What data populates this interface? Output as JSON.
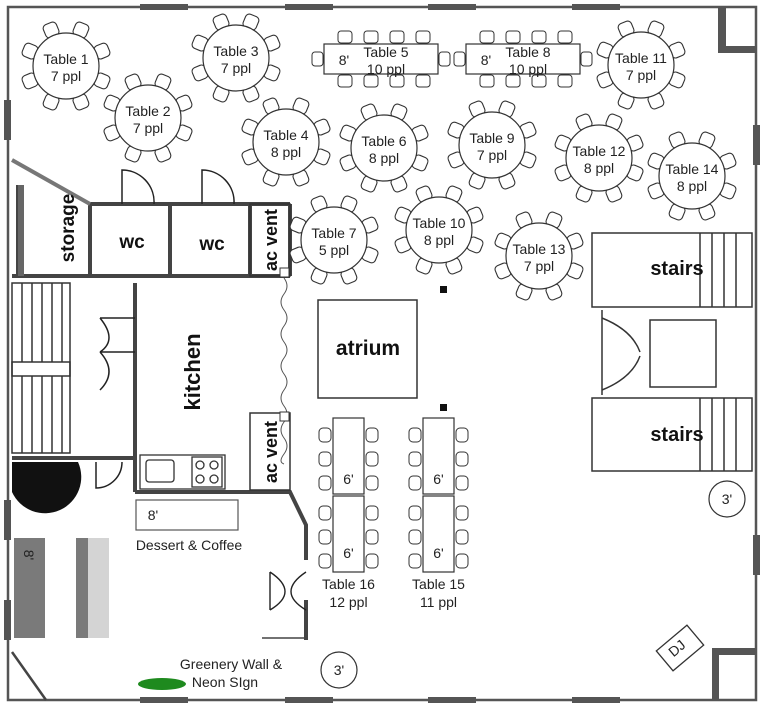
{
  "rooms": {
    "storage": "storage",
    "wc1": "wc",
    "wc2": "wc",
    "ac_vent_top": "ac vent",
    "ac_vent_bottom": "ac vent",
    "kitchen": "kitchen",
    "atrium": "atrium",
    "stairs_top": "stairs",
    "stairs_bottom": "stairs",
    "dj": "DJ"
  },
  "round_tables": [
    {
      "name": "Table 1",
      "people": "7 ppl"
    },
    {
      "name": "Table 2",
      "people": "7 ppl"
    },
    {
      "name": "Table 3",
      "people": "7 ppl"
    },
    {
      "name": "Table 4",
      "people": "8 ppl"
    },
    {
      "name": "Table 6",
      "people": "8 ppl"
    },
    {
      "name": "Table 7",
      "people": "5 ppl"
    },
    {
      "name": "Table 9",
      "people": "7 ppl"
    },
    {
      "name": "Table 10",
      "people": "8 ppl"
    },
    {
      "name": "Table 11",
      "people": "7 ppl"
    },
    {
      "name": "Table 12",
      "people": "8 ppl"
    },
    {
      "name": "Table 13",
      "people": "7 ppl"
    },
    {
      "name": "Table 14",
      "people": "8 ppl"
    }
  ],
  "rect_tables": [
    {
      "name": "Table 5",
      "people": "10 ppl",
      "size": "8'"
    },
    {
      "name": "Table 8",
      "people": "10 ppl",
      "size": "8'"
    }
  ],
  "long_tables": [
    {
      "name": "Table 16",
      "people": "12 ppl",
      "seg1": "6'",
      "seg2": "6'"
    },
    {
      "name": "Table 15",
      "people": "11 ppl",
      "seg1": "6'",
      "seg2": "6'"
    }
  ],
  "dessert": {
    "label": "Dessert & Coffee",
    "size": "8'"
  },
  "side_table_size": "8'",
  "cocktail_tables": [
    "3'",
    "3'"
  ],
  "greenery": {
    "line1": "Greenery Wall &",
    "line2": "Neon SIgn"
  },
  "colors": {
    "wall": "#444444",
    "greenery": "#1e8a1e",
    "table_fill": "#ffffff",
    "bar_gray": "#7a7a7a"
  }
}
